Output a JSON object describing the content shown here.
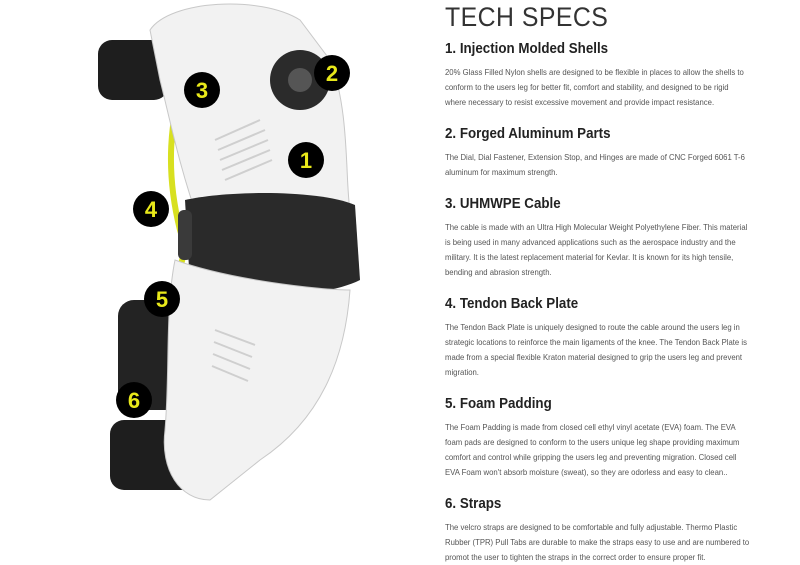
{
  "page_title": "TECH SPECS",
  "colors": {
    "callout_bg": "#000000",
    "callout_text": "#e8e81a",
    "heading": "#222222",
    "body": "#555555"
  },
  "callouts": [
    "1",
    "2",
    "3",
    "4",
    "5",
    "6"
  ],
  "sections": [
    {
      "heading": "1. Injection Molded Shells",
      "lines": [
        "20% Glass Filled Nylon shells are designed to be flexible in places to allow the shells to",
        "conform to the users leg for better fit, comfort and stability, and designed to be rigid",
        "where necessary to resist excessive movement and provide impact resistance."
      ]
    },
    {
      "heading": "2. Forged Aluminum Parts",
      "lines": [
        "The Dial, Dial Fastener, Extension Stop, and Hinges are made of CNC Forged 6061 T-6",
        "aluminum for maximum strength."
      ]
    },
    {
      "heading": "3. UHMWPE Cable",
      "lines": [
        "The cable is made with an Ultra High Molecular Weight Polyethylene Fiber. This material",
        "is being used in many advanced applications such as the aerospace industry and the",
        "military. It is the latest replacement material for Kevlar. It is known for its high tensile,",
        "bending and abrasion strength."
      ]
    },
    {
      "heading": "4. Tendon Back Plate",
      "lines": [
        "The Tendon Back Plate is uniquely designed to route the cable around the users leg in",
        "strategic locations to reinforce the main ligaments of the knee. The Tendon Back Plate is",
        "made from a special flexible Kraton material designed to grip the users leg and prevent",
        "migration."
      ]
    },
    {
      "heading": "5. Foam Padding",
      "lines": [
        "The Foam Padding is made from closed cell ethyl vinyl acetate (EVA) foam. The EVA",
        "foam pads are designed to conform to the users unique leg shape providing maximum",
        "comfort and control while gripping the users leg and preventing migration. Closed cell",
        "EVA Foam won't absorb moisture (sweat), so they are odorless and easy to clean.."
      ]
    },
    {
      "heading": "6. Straps",
      "lines": [
        "The velcro straps are designed to be comfortable and fully adjustable. Thermo Plastic",
        "Rubber (TPR) Pull Tabs are durable to make the straps easy to use and are numbered to",
        "promot the user to tighten the straps in the correct order to ensure proper fit."
      ]
    }
  ]
}
